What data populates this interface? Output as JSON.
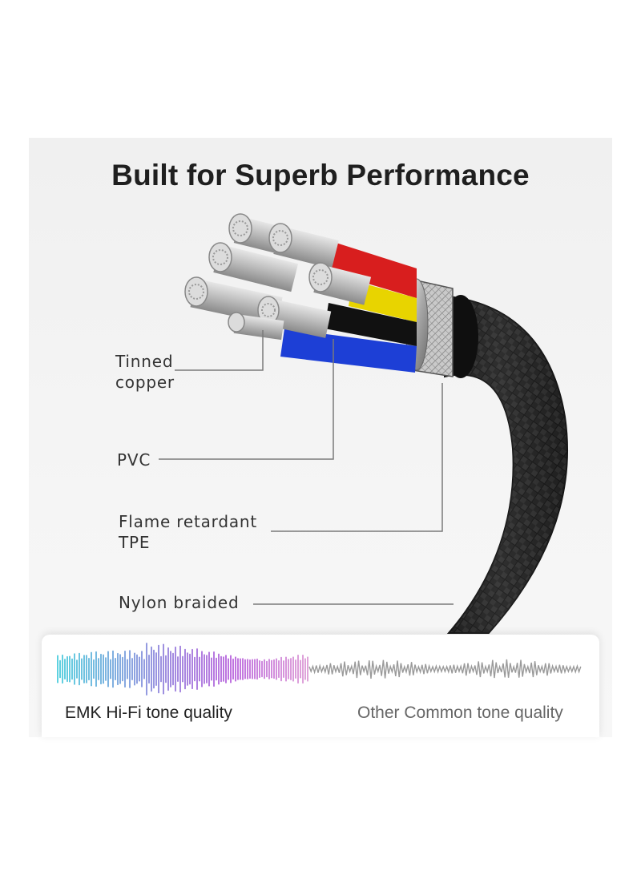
{
  "title": "Built for Superb Performance",
  "layers": [
    {
      "label": "Tinned copper",
      "line1": "Tinned",
      "line2": "copper"
    },
    {
      "label": "PVC",
      "line1": "PVC"
    },
    {
      "label": "Flame retardant TPE",
      "line1": "Flame retardant",
      "line2": "TPE"
    },
    {
      "label": "Nylon braided",
      "line1": "Nylon braided"
    }
  ],
  "comparison": {
    "left_caption": "EMK Hi-Fi tone quality",
    "right_caption": "Other Common tone quality"
  },
  "colors": {
    "title": "#1f1f1f",
    "label": "#333333",
    "left_caption": "#222222",
    "right_caption": "#666666",
    "wire_red": "#d81e1e",
    "wire_yellow": "#e8d400",
    "wire_blue": "#1d3fd6",
    "wire_black": "#111111",
    "braid": "#2a2a2a",
    "wave_start": "#35c8d8",
    "wave_mid": "#b04fd8",
    "wave_end": "#d98fd0",
    "wave_grey": "#9a9a9a"
  },
  "icons": [
    "cable-illustration",
    "waveform-hifi-icon",
    "waveform-common-icon"
  ]
}
